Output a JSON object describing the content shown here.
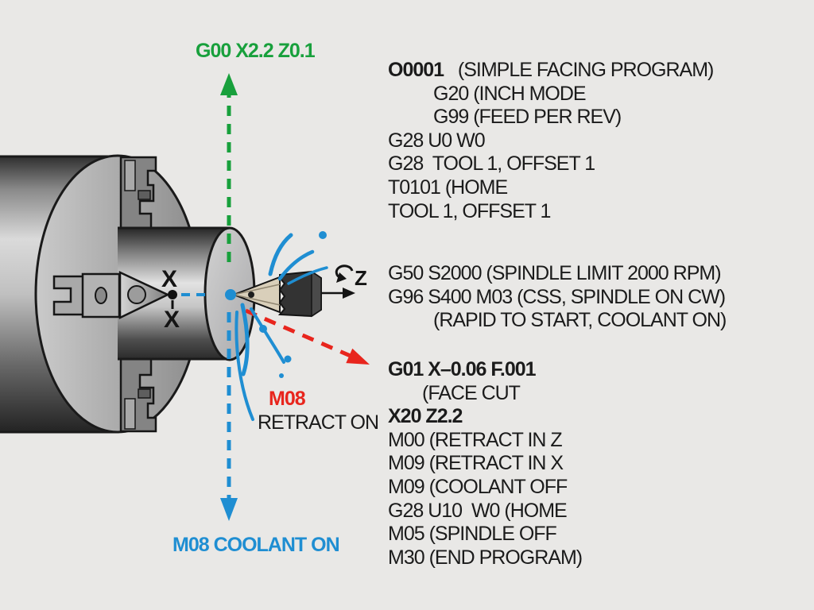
{
  "colors": {
    "green": "#18a03c",
    "blue": "#1f8ed2",
    "red": "#e8251d",
    "text": "#1b1b1b",
    "bg": "#e9e8e6"
  },
  "labels": {
    "rapid_move": "G00 X2.2 Z0.1",
    "coolant_code": "M08",
    "retract_on": "RETRACT ON",
    "coolant_on": "M08 COOLANT ON",
    "z_axis": "Z",
    "x_axis_upper": "X",
    "x_axis_lower": "X"
  },
  "program": {
    "blocks": [
      {
        "id": "header",
        "lines": [
          {
            "ind": 0,
            "segs": [
              {
                "t": "O0001",
                "b": true
              },
              {
                "t": "   (SIMPLE FACING PROGRAM)"
              }
            ]
          },
          {
            "ind": 57,
            "segs": [
              {
                "t": "G20 (INCH MODE"
              }
            ]
          },
          {
            "ind": 57,
            "segs": [
              {
                "t": "G99 (FEED PER REV)"
              }
            ]
          },
          {
            "ind": 0,
            "segs": [
              {
                "t": "G28 U0 W0"
              }
            ]
          },
          {
            "ind": 0,
            "segs": [
              {
                "t": "G28  TOOL 1, OFFSET 1"
              }
            ]
          },
          {
            "ind": 0,
            "segs": [
              {
                "t": "T0101 (HOME"
              }
            ]
          },
          {
            "ind": 0,
            "segs": [
              {
                "t": "TOOL 1, OFFSET 1"
              }
            ]
          }
        ]
      },
      {
        "id": "spindle",
        "lines": [
          {
            "ind": 0,
            "segs": [
              {
                "t": "G50 S2000 (SPINDLE LIMIT 2000 RPM)"
              }
            ]
          },
          {
            "ind": 0,
            "segs": [
              {
                "t": "G96 S400 M03 (CSS, SPINDLE ON CW)"
              }
            ]
          },
          {
            "ind": 57,
            "segs": [
              {
                "t": "(RAPID TO START, COOLANT ON)"
              }
            ]
          }
        ]
      },
      {
        "id": "cut",
        "lines": [
          {
            "ind": 0,
            "segs": [
              {
                "t": "G01 X–0.06 F.001",
                "b": true
              }
            ]
          },
          {
            "ind": 43,
            "segs": [
              {
                "t": "(FACE CUT"
              }
            ]
          },
          {
            "ind": 0,
            "segs": [
              {
                "t": "X20 Z2.2",
                "b": true
              }
            ]
          },
          {
            "ind": 0,
            "segs": [
              {
                "t": "M00 (RETRACT IN Z"
              }
            ]
          },
          {
            "ind": 0,
            "segs": [
              {
                "t": "M09 (RETRACT IN X"
              }
            ]
          },
          {
            "ind": 0,
            "segs": [
              {
                "t": "M09 (COOLANT OFF"
              }
            ]
          },
          {
            "ind": 0,
            "segs": [
              {
                "t": "G28 U10  W0 (HOME"
              }
            ]
          },
          {
            "ind": 0,
            "segs": [
              {
                "t": "M05 (SPINDLE OFF"
              }
            ]
          },
          {
            "ind": 0,
            "segs": [
              {
                "t": "M30 (END PROGRAM)"
              }
            ]
          }
        ]
      }
    ]
  },
  "diagram_icons": [
    "lathe-chuck",
    "workpiece-cylinder",
    "tool-pointer-triangle",
    "facing-tool",
    "rapid-axis-arrow-green",
    "coolant-axis-arrow-blue",
    "feed-arrow-red",
    "z-axis-arrow",
    "spindle-rotation-icon",
    "coolant-splash"
  ]
}
